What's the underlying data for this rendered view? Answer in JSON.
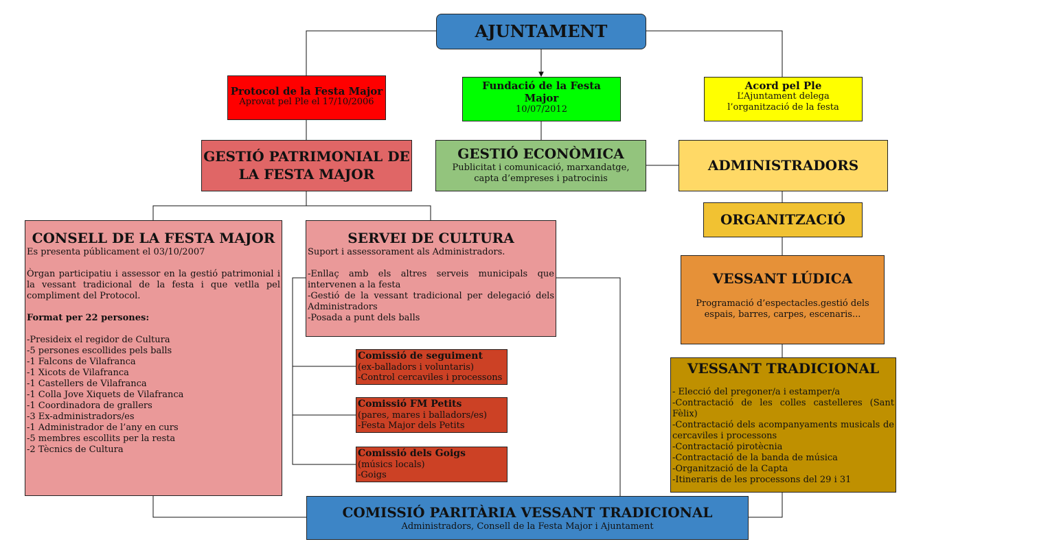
{
  "ajuntament": "AJUNTAMENT",
  "protocol": {
    "title": "Protocol de la Festa Major",
    "sub": "Aprovat pel Ple el 17/10/2006"
  },
  "fundacio": {
    "title": "Fundació de la Festa Major",
    "sub": "10/07/2012"
  },
  "acord": {
    "title": "Acord pel Ple",
    "sub": "L’Ajuntament delega l’organització de la festa"
  },
  "patrimonial": "GESTIÓ PATRIMONIAL DE LA FESTA MAJOR",
  "economica": {
    "title": "GESTIÓ ECONÒMICA",
    "sub": "Publicitat i comunicació, marxandatge, capta d’empreses i patrocinis"
  },
  "administradors": "ADMINISTRADORS",
  "organitzacio": "ORGANITZACIÓ",
  "consell": {
    "title": "CONSELL DE LA FESTA MAJOR",
    "date": "Es presenta públicament el 03/10/2007",
    "desc": "Òrgan participatiu i assessor en la gestió patrimonial i la vessant tradicional de la festa i que vetlla pel compliment del Protocol.",
    "format": "Format per 22 persones:",
    "items": [
      "-Presideix el regidor de Cultura",
      "-5 persones escollides pels balls",
      "-1 Falcons de Vilafranca",
      "-1 Xicots de Vilafranca",
      "-1 Castellers de Vilafranca",
      "-1 Colla Jove Xiquets de Vilafranca",
      "-1 Coordinadora de grallers",
      "-3 Ex-administradors/es",
      "-1 Administrador de l’any en curs",
      "-5 membres escollits per la resta",
      "-2 Tècnics de Cultura"
    ]
  },
  "servei": {
    "title": "SERVEI DE CULTURA",
    "sub": "Suport i assessorament als Administradors.",
    "items": [
      "-Enllaç amb els altres serveis municipals que intervenen a la festa",
      "-Gestió de la vessant tradicional per delegació dels Administradors",
      "-Posada a punt dels balls"
    ]
  },
  "comissions": [
    {
      "title": "Comissió de seguiment",
      "l1": "(ex-balladors i voluntaris)",
      "l2": "-Control cercaviles i processons"
    },
    {
      "title": "Comissió FM Petits",
      "l1": "(pares, mares i balladors/es)",
      "l2": "-Festa Major dels Petits"
    },
    {
      "title": "Comissió dels Goigs",
      "l1": "(músics locals)",
      "l2": "-Goigs"
    }
  ],
  "ludica": {
    "title": "VESSANT LÚDICA",
    "sub": "Programació d’espectacles.gestió dels espais, barres, carpes, escenaris..."
  },
  "tradicional": {
    "title": "VESSANT TRADICIONAL",
    "items": [
      "- Elecció del pregoner/a i estamper/a",
      "-Contractació de les colles castelleres (Sant Fèlix)",
      "-Contractació dels acompanyaments musicals de cercaviles i processons",
      "-Contractació pirotècnia",
      "-Contractació de la banda de música",
      "-Organització de la Capta",
      "-Itineraris de les processons del 29 i 31"
    ]
  },
  "paritaria": {
    "title": "COMISSIÓ PARITÀRIA VESSANT TRADICIONAL",
    "sub": "Administradors, Consell de la Festa Major i Ajuntament"
  }
}
